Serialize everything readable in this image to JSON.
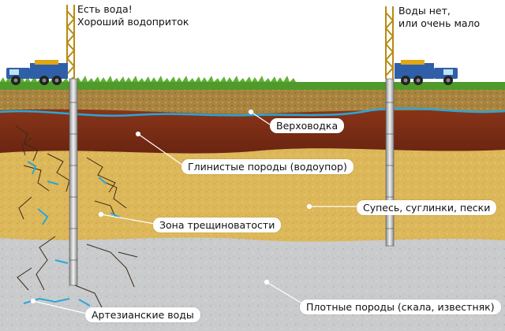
{
  "captions": {
    "left_line1": "Есть вода!",
    "left_line2": "Хороший водоприток",
    "right_line1": "Воды нет,",
    "right_line2": "или очень мало"
  },
  "labels": {
    "perched_water": "Верховодка",
    "clay": "Глинистые породы (водоупор)",
    "sandy_loam": "Супесь, суглинки, пески",
    "fracture_zone": "Зона трещиноватости",
    "dense_rock": "Плотные породы (скала, известняк)",
    "artesian": "Артезианские воды"
  },
  "colors": {
    "sky": "#ffffff",
    "grass": "#4f9a2a",
    "topsoil": "#a07c3a",
    "clay": "#7a2d16",
    "sand": "#ddb85a",
    "rock": "#c9cbcd",
    "water": "#2aa6d8",
    "truck_body": "#2f5fa8"
  },
  "icons": [
    "truck-icon",
    "drilling-rig-icon",
    "well-pipe-icon"
  ]
}
